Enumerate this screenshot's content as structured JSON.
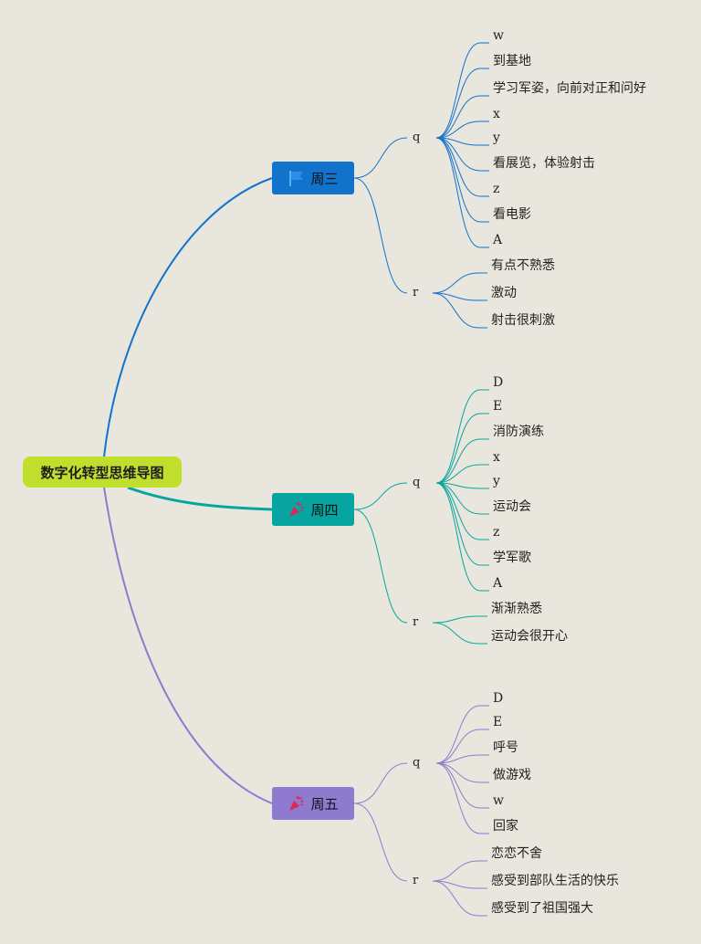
{
  "root": {
    "label": "数字化转型思维导图"
  },
  "colors": {
    "wed": "#1273cc",
    "thu": "#07a59f",
    "fri": "#8e7bd0",
    "root": "#bfdf2c"
  },
  "branches": [
    {
      "label": "周三",
      "icon": "flag-icon",
      "subs": [
        {
          "label": "q",
          "leaves": [
            "w",
            "到基地",
            "学习军姿，向前对正和问好",
            "x",
            "y",
            "看展览，体验射击",
            "z",
            "看电影",
            "A"
          ]
        },
        {
          "label": "r",
          "leaves": [
            "有点不熟悉",
            "激动",
            "射击很刺激"
          ]
        }
      ]
    },
    {
      "label": "周四",
      "icon": "party-popper-icon",
      "subs": [
        {
          "label": "q",
          "leaves": [
            "D",
            "E",
            "消防演练",
            "x",
            "y",
            "运动会",
            "z",
            "学军歌",
            "A"
          ]
        },
        {
          "label": "r",
          "leaves": [
            "渐渐熟悉",
            "运动会很开心"
          ]
        }
      ]
    },
    {
      "label": "周五",
      "icon": "party-popper-icon",
      "subs": [
        {
          "label": "q",
          "leaves": [
            "D",
            "E",
            "呼号",
            "做游戏",
            "w",
            "回家"
          ]
        },
        {
          "label": "r",
          "leaves": [
            "恋恋不舍",
            "感受到部队生活的快乐",
            "感受到了祖国强大"
          ]
        }
      ]
    }
  ]
}
